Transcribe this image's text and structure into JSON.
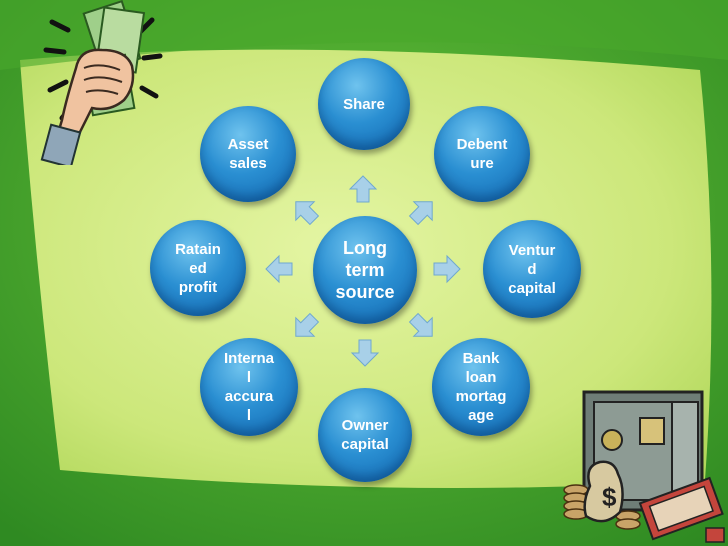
{
  "diagram": {
    "center": {
      "label": "Long\nterm\nsource"
    },
    "nodes": [
      {
        "key": "share",
        "label": "Share"
      },
      {
        "key": "debenture",
        "label": "Debent\nure"
      },
      {
        "key": "venture",
        "label": "Ventur\nd\ncapital"
      },
      {
        "key": "bank",
        "label": "Bank\nloan\nmortag\nage"
      },
      {
        "key": "owner",
        "label": "Owner\ncapital"
      },
      {
        "key": "internal",
        "label": "Interna\nl\naccura\nl"
      },
      {
        "key": "retained",
        "label": "Ratain\ned\nprofit"
      },
      {
        "key": "asset",
        "label": "Asset\nsales"
      }
    ]
  },
  "clipart": [
    {
      "name": "money-fist-icon"
    },
    {
      "name": "safe-money-icon"
    }
  ],
  "colors": {
    "background_outer": "#3f9a2a",
    "panel": "#d6ee8a",
    "node": "#2a8fd2",
    "arrow": "#a8d0e8"
  }
}
